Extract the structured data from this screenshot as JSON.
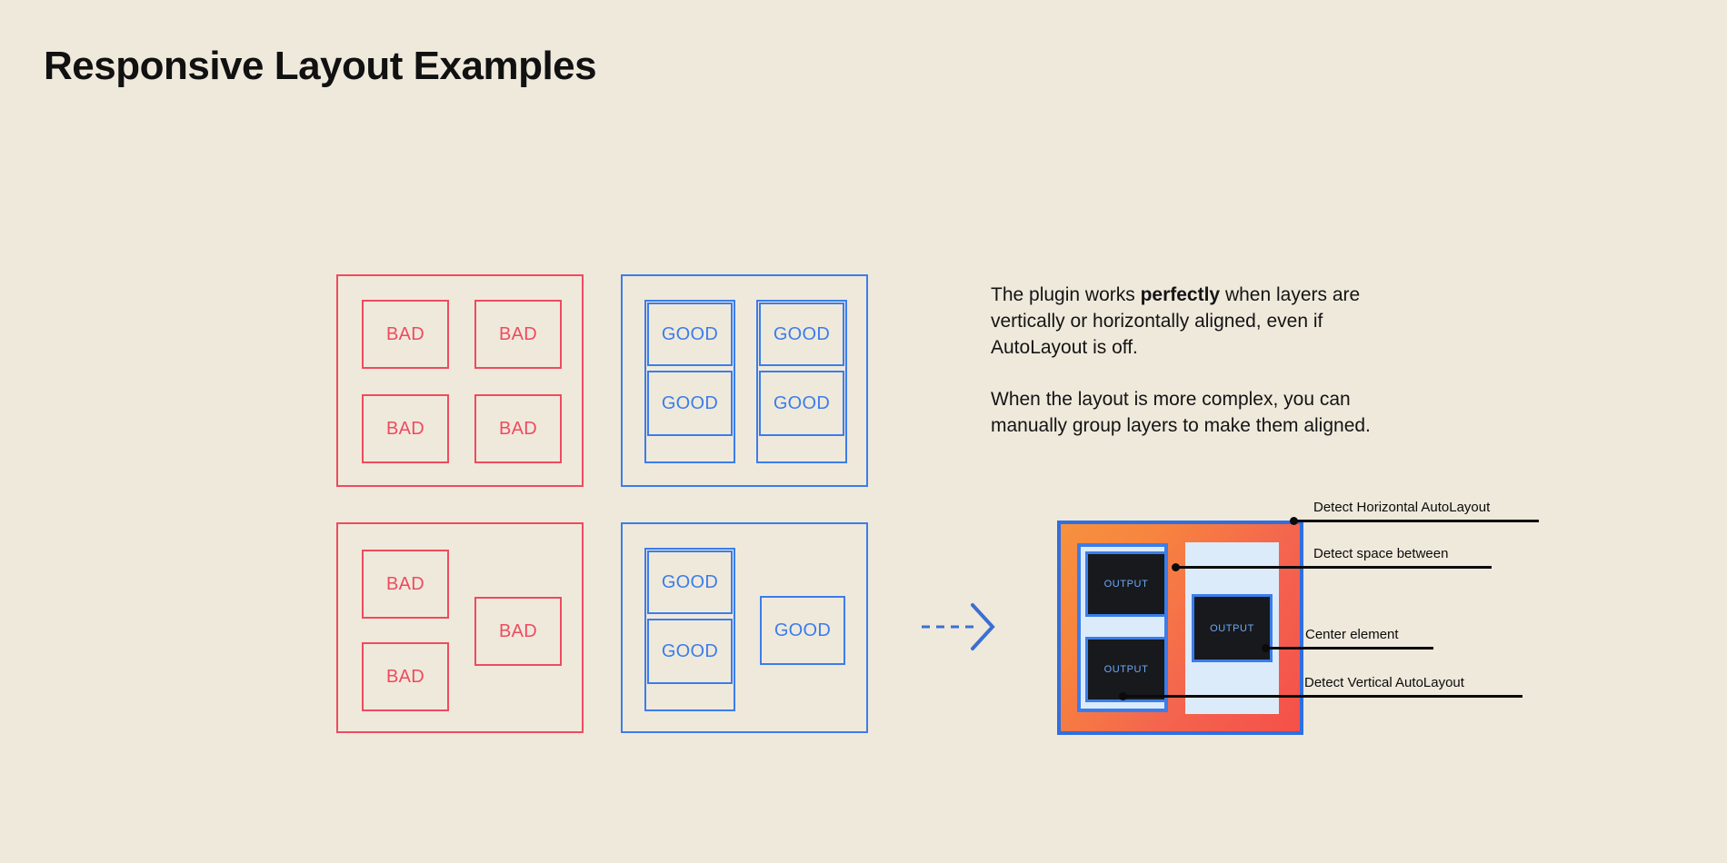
{
  "page": {
    "title": "Responsive Layout Examples",
    "background_color": "#EFE9DC",
    "bad_color": "#EE4B5E",
    "good_color": "#3B7DEA",
    "text_color": "#141414"
  },
  "examples": {
    "bad_grid": {
      "label": "bad-aligned-grid",
      "cells": [
        {
          "text": "BAD"
        },
        {
          "text": "BAD"
        },
        {
          "text": "BAD"
        },
        {
          "text": "BAD"
        }
      ]
    },
    "good_grid": {
      "label": "good-aligned-grid",
      "cells": [
        {
          "text": "GOOD"
        },
        {
          "text": "GOOD"
        },
        {
          "text": "GOOD"
        },
        {
          "text": "GOOD"
        }
      ]
    },
    "bad_complex": {
      "label": "bad-complex-layout",
      "cells": [
        {
          "text": "BAD"
        },
        {
          "text": "BAD"
        },
        {
          "text": "BAD"
        }
      ]
    },
    "good_complex": {
      "label": "good-complex-layout",
      "cells": [
        {
          "text": "GOOD"
        },
        {
          "text": "GOOD"
        },
        {
          "text": "GOOD"
        }
      ]
    }
  },
  "copy": {
    "paragraph_1_before": "The plugin works ",
    "paragraph_1_bold": "perfectly",
    "paragraph_1_after": " when layers are vertically or horizontally aligned, even if AutoLayout is off.",
    "paragraph_2": "When the layout is more complex, you can manually group layers to make them aligned."
  },
  "arrow": {
    "name": "dashed-right-arrow",
    "color": "#3B6FD4",
    "style": "dashed"
  },
  "result": {
    "name": "detected-layout-preview",
    "frame_border_color": "#2F6FE0",
    "fill_gradient_from": "#F7913F",
    "fill_gradient_to": "#F5504A",
    "panel_fill_color": "#DCEBFA",
    "output_boxes": [
      {
        "text": "OUTPUT"
      },
      {
        "text": "OUTPUT"
      },
      {
        "text": "OUTPUT"
      }
    ],
    "callouts": [
      {
        "text": "Detect Horizontal AutoLayout"
      },
      {
        "text": "Detect space between"
      },
      {
        "text": "Center element"
      },
      {
        "text": "Detect Vertical AutoLayout"
      }
    ]
  }
}
